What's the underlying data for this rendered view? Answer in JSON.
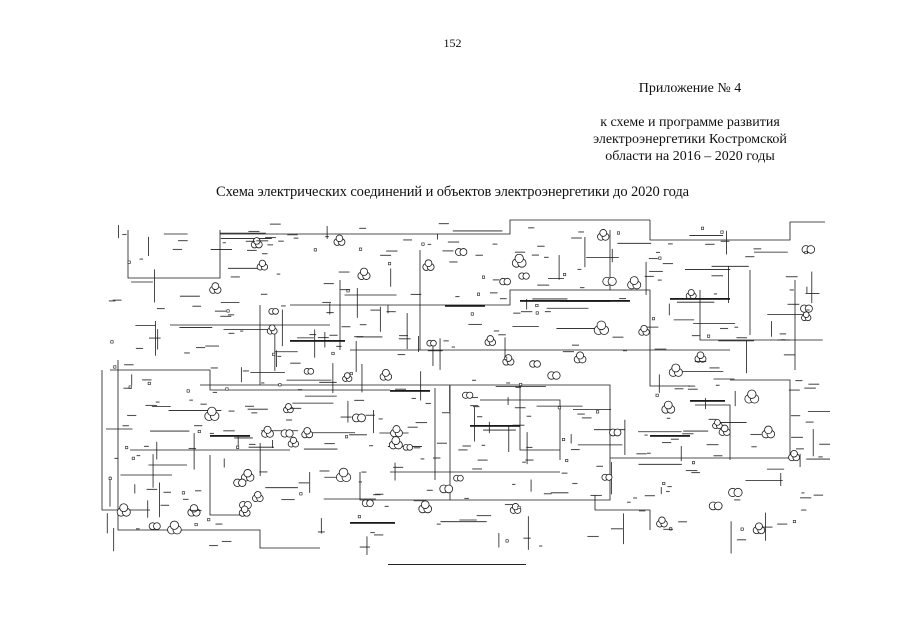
{
  "page": {
    "number": "152"
  },
  "appendix": {
    "label": "Приложение № 4",
    "lines": [
      "к схеме и программе развития",
      "электроэнергетики Костромской",
      "области на 2016 – 2020 годы"
    ]
  },
  "title": "Схема электрических соединений и объектов электроэнергетики до 2020 года"
}
